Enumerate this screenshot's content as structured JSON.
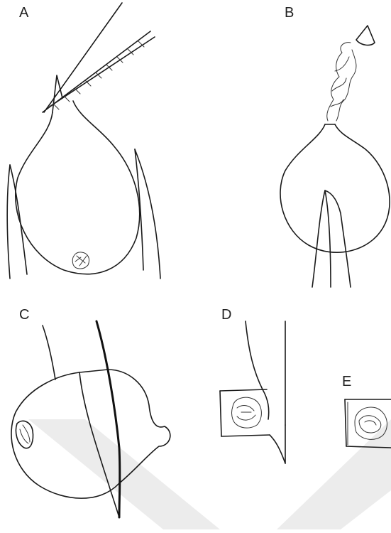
{
  "figure": {
    "panels": [
      {
        "label": "A"
      },
      {
        "label": "B"
      },
      {
        "label": "C"
      },
      {
        "label": "D"
      },
      {
        "label": "E"
      }
    ],
    "colors": {
      "ink": "#1a1a1a",
      "watermark": "#ececec",
      "background": "#ffffff"
    }
  }
}
